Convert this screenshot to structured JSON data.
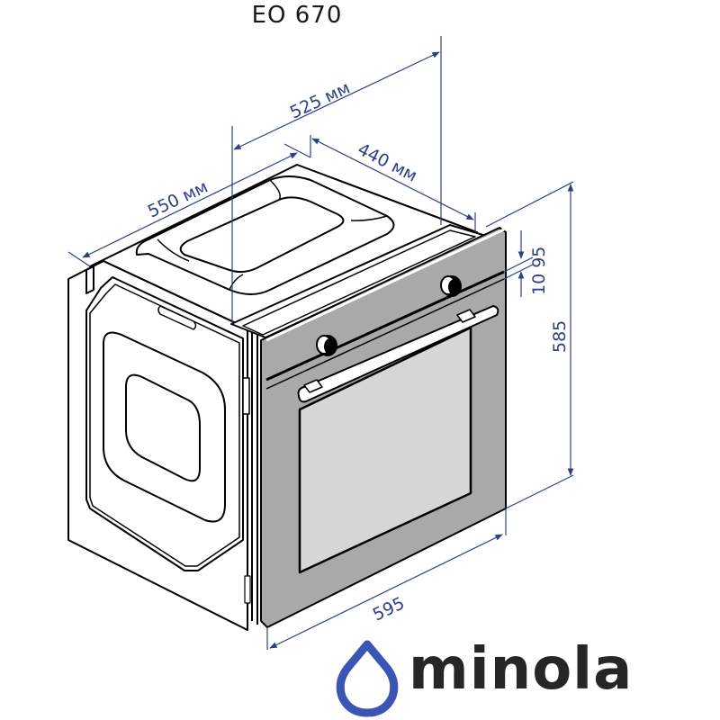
{
  "title": "EO 670",
  "dimensions": {
    "depth_total": "550 мм",
    "depth_niche": "525 мм",
    "depth_body": "440 мм",
    "height": "585",
    "top_gap": "10 95",
    "width": "595"
  },
  "brand": {
    "name": "minola",
    "logo_icon": "water-drop-icon"
  },
  "colors": {
    "dimension_lines": "#2e3f86",
    "logo_drop": "#3a55b4",
    "logo_text": "#262626",
    "front_panel": "#a9a9a9",
    "door_glass": "#d6d6d6",
    "outline": "#000000"
  }
}
